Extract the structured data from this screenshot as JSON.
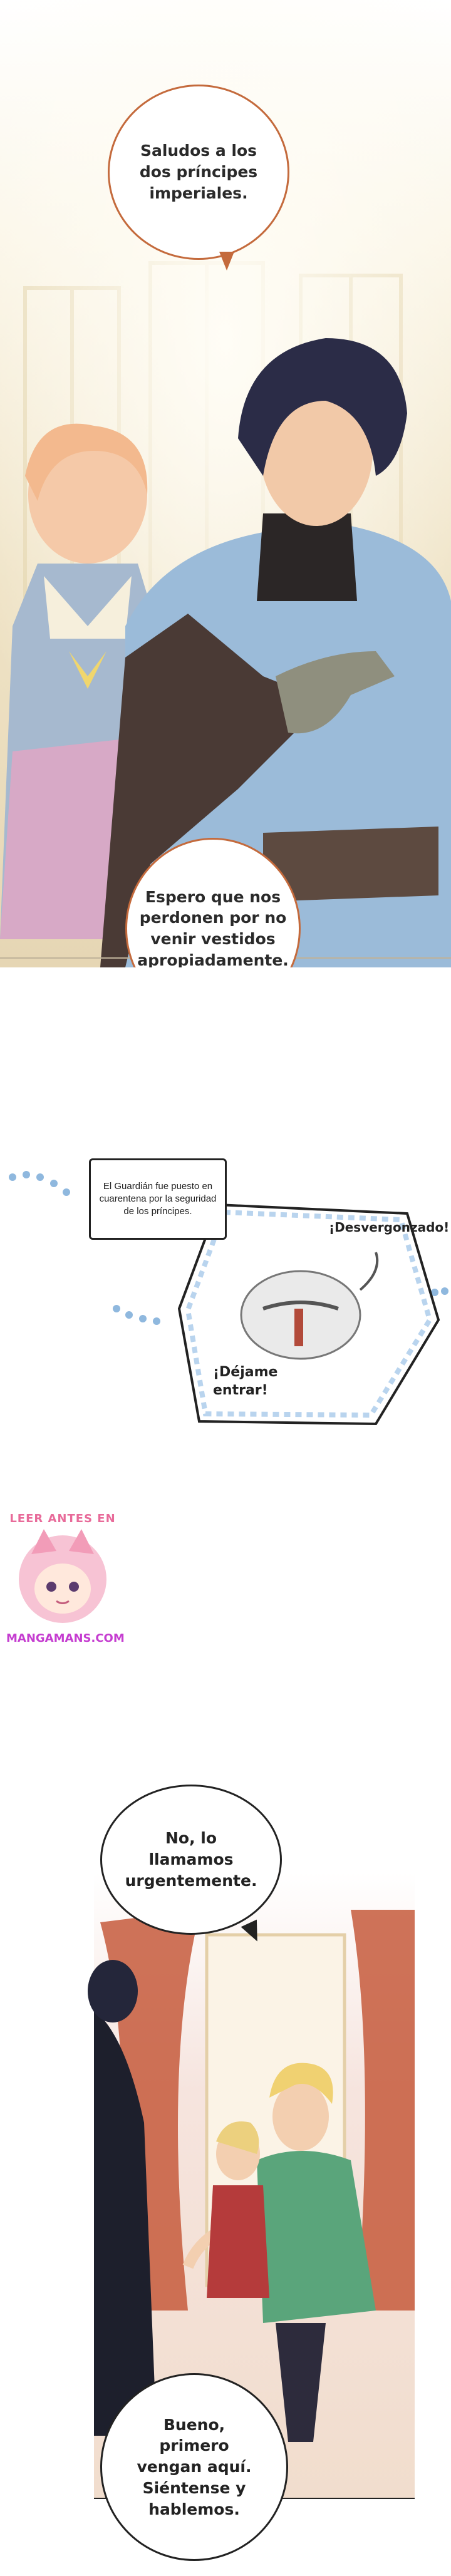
{
  "panel1": {
    "bubble_top": "Saludos a los dos príncipes imperiales.",
    "bubble_bottom": "Espero que nos perdonen por no venir vestidos apropiadamente."
  },
  "panel2": {
    "caption": "El Guardián fue puesto en cuarentena por la seguridad de los príncipes.",
    "shout_top": "¡Desvergonzado!",
    "shout_bottom": "¡Déjame entrar!"
  },
  "watermark": {
    "top_text": "LEER ANTES EN",
    "bottom_text": "MANGAMANS.COM"
  },
  "panel3": {
    "bubble_top": "No, lo llamamos urgentemente.",
    "bubble_bottom": "Bueno, primero vengan aquí. Siéntense y hablemos."
  }
}
